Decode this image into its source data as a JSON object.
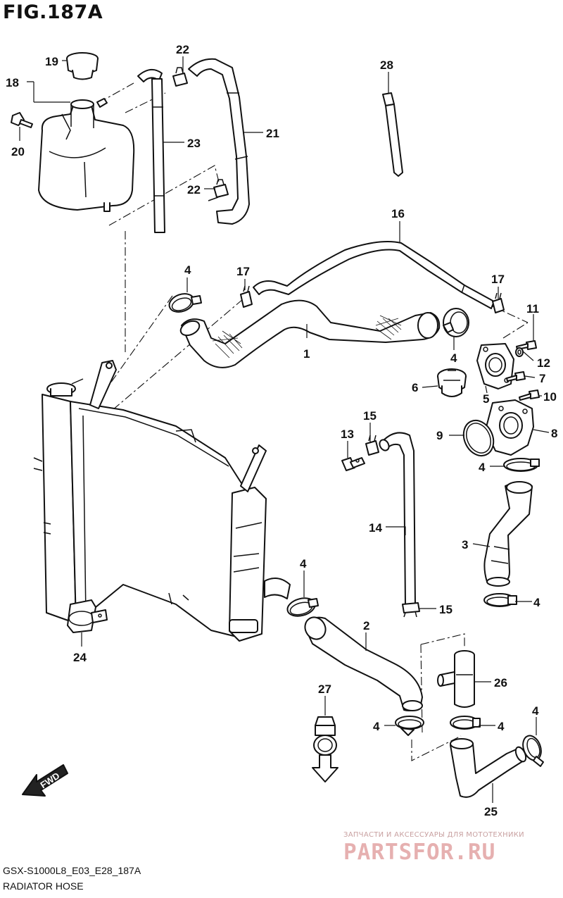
{
  "figure": {
    "title": "FIG.187A",
    "model_code": "GSX-S1000L8_E03_E28_187A",
    "section": "RADIATOR HOSE"
  },
  "fwd_label": "FWD",
  "watermark": {
    "small_text": "ЗАПЧАСТИ И АКСЕССУАРЫ ДЛЯ МОТОТЕХНИКИ",
    "brand_text": "PARTSFOR.RU"
  },
  "callouts": [
    "1",
    "2",
    "3",
    "4",
    "5",
    "6",
    "7",
    "8",
    "9",
    "10",
    "11",
    "12",
    "13",
    "14",
    "15",
    "16",
    "17",
    "18",
    "19",
    "20",
    "21",
    "22",
    "23",
    "24",
    "25",
    "26",
    "27",
    "28"
  ],
  "label_instances": [
    {
      "id": "19",
      "part": "reservoir-cap"
    },
    {
      "id": "18",
      "part": "reservoir-assembly"
    },
    {
      "id": "20",
      "part": "reservoir-bolt"
    },
    {
      "id": "22",
      "part": "upper-clamp"
    },
    {
      "id": "23",
      "part": "overflow-hose"
    },
    {
      "id": "21",
      "part": "reservoir-inlet-hose"
    },
    {
      "id": "22",
      "part": "lower-clamp"
    },
    {
      "id": "28",
      "part": "cable-tie"
    },
    {
      "id": "16",
      "part": "bypass-hose"
    },
    {
      "id": "4",
      "part": "hose-clamp"
    },
    {
      "id": "17",
      "part": "clip"
    },
    {
      "id": "1",
      "part": "radiator-inlet-hose"
    },
    {
      "id": "17",
      "part": "clip"
    },
    {
      "id": "11",
      "part": "bolt"
    },
    {
      "id": "4",
      "part": "hose-clamp"
    },
    {
      "id": "12",
      "part": "gasket"
    },
    {
      "id": "7",
      "part": "bolt"
    },
    {
      "id": "6",
      "part": "thermostat"
    },
    {
      "id": "5",
      "part": "thermostat-cap"
    },
    {
      "id": "10",
      "part": "bolt"
    },
    {
      "id": "15",
      "part": "clamp"
    },
    {
      "id": "13",
      "part": "fitting"
    },
    {
      "id": "9",
      "part": "o-ring"
    },
    {
      "id": "8",
      "part": "thermostat-case"
    },
    {
      "id": "4",
      "part": "hose-clamp"
    },
    {
      "id": "14",
      "part": "drain-hose"
    },
    {
      "id": "3",
      "part": "water-pump-hose"
    },
    {
      "id": "4",
      "part": "hose-clamp"
    },
    {
      "id": "4",
      "part": "hose-clamp"
    },
    {
      "id": "15",
      "part": "clamp"
    },
    {
      "id": "24",
      "part": "clamp-bracket"
    },
    {
      "id": "2",
      "part": "radiator-outlet-hose"
    },
    {
      "id": "26",
      "part": "joint"
    },
    {
      "id": "27",
      "part": "grommet"
    },
    {
      "id": "4",
      "part": "hose-clamp"
    },
    {
      "id": "4",
      "part": "hose-clamp"
    },
    {
      "id": "4",
      "part": "hose-clamp"
    },
    {
      "id": "25",
      "part": "hose"
    }
  ]
}
